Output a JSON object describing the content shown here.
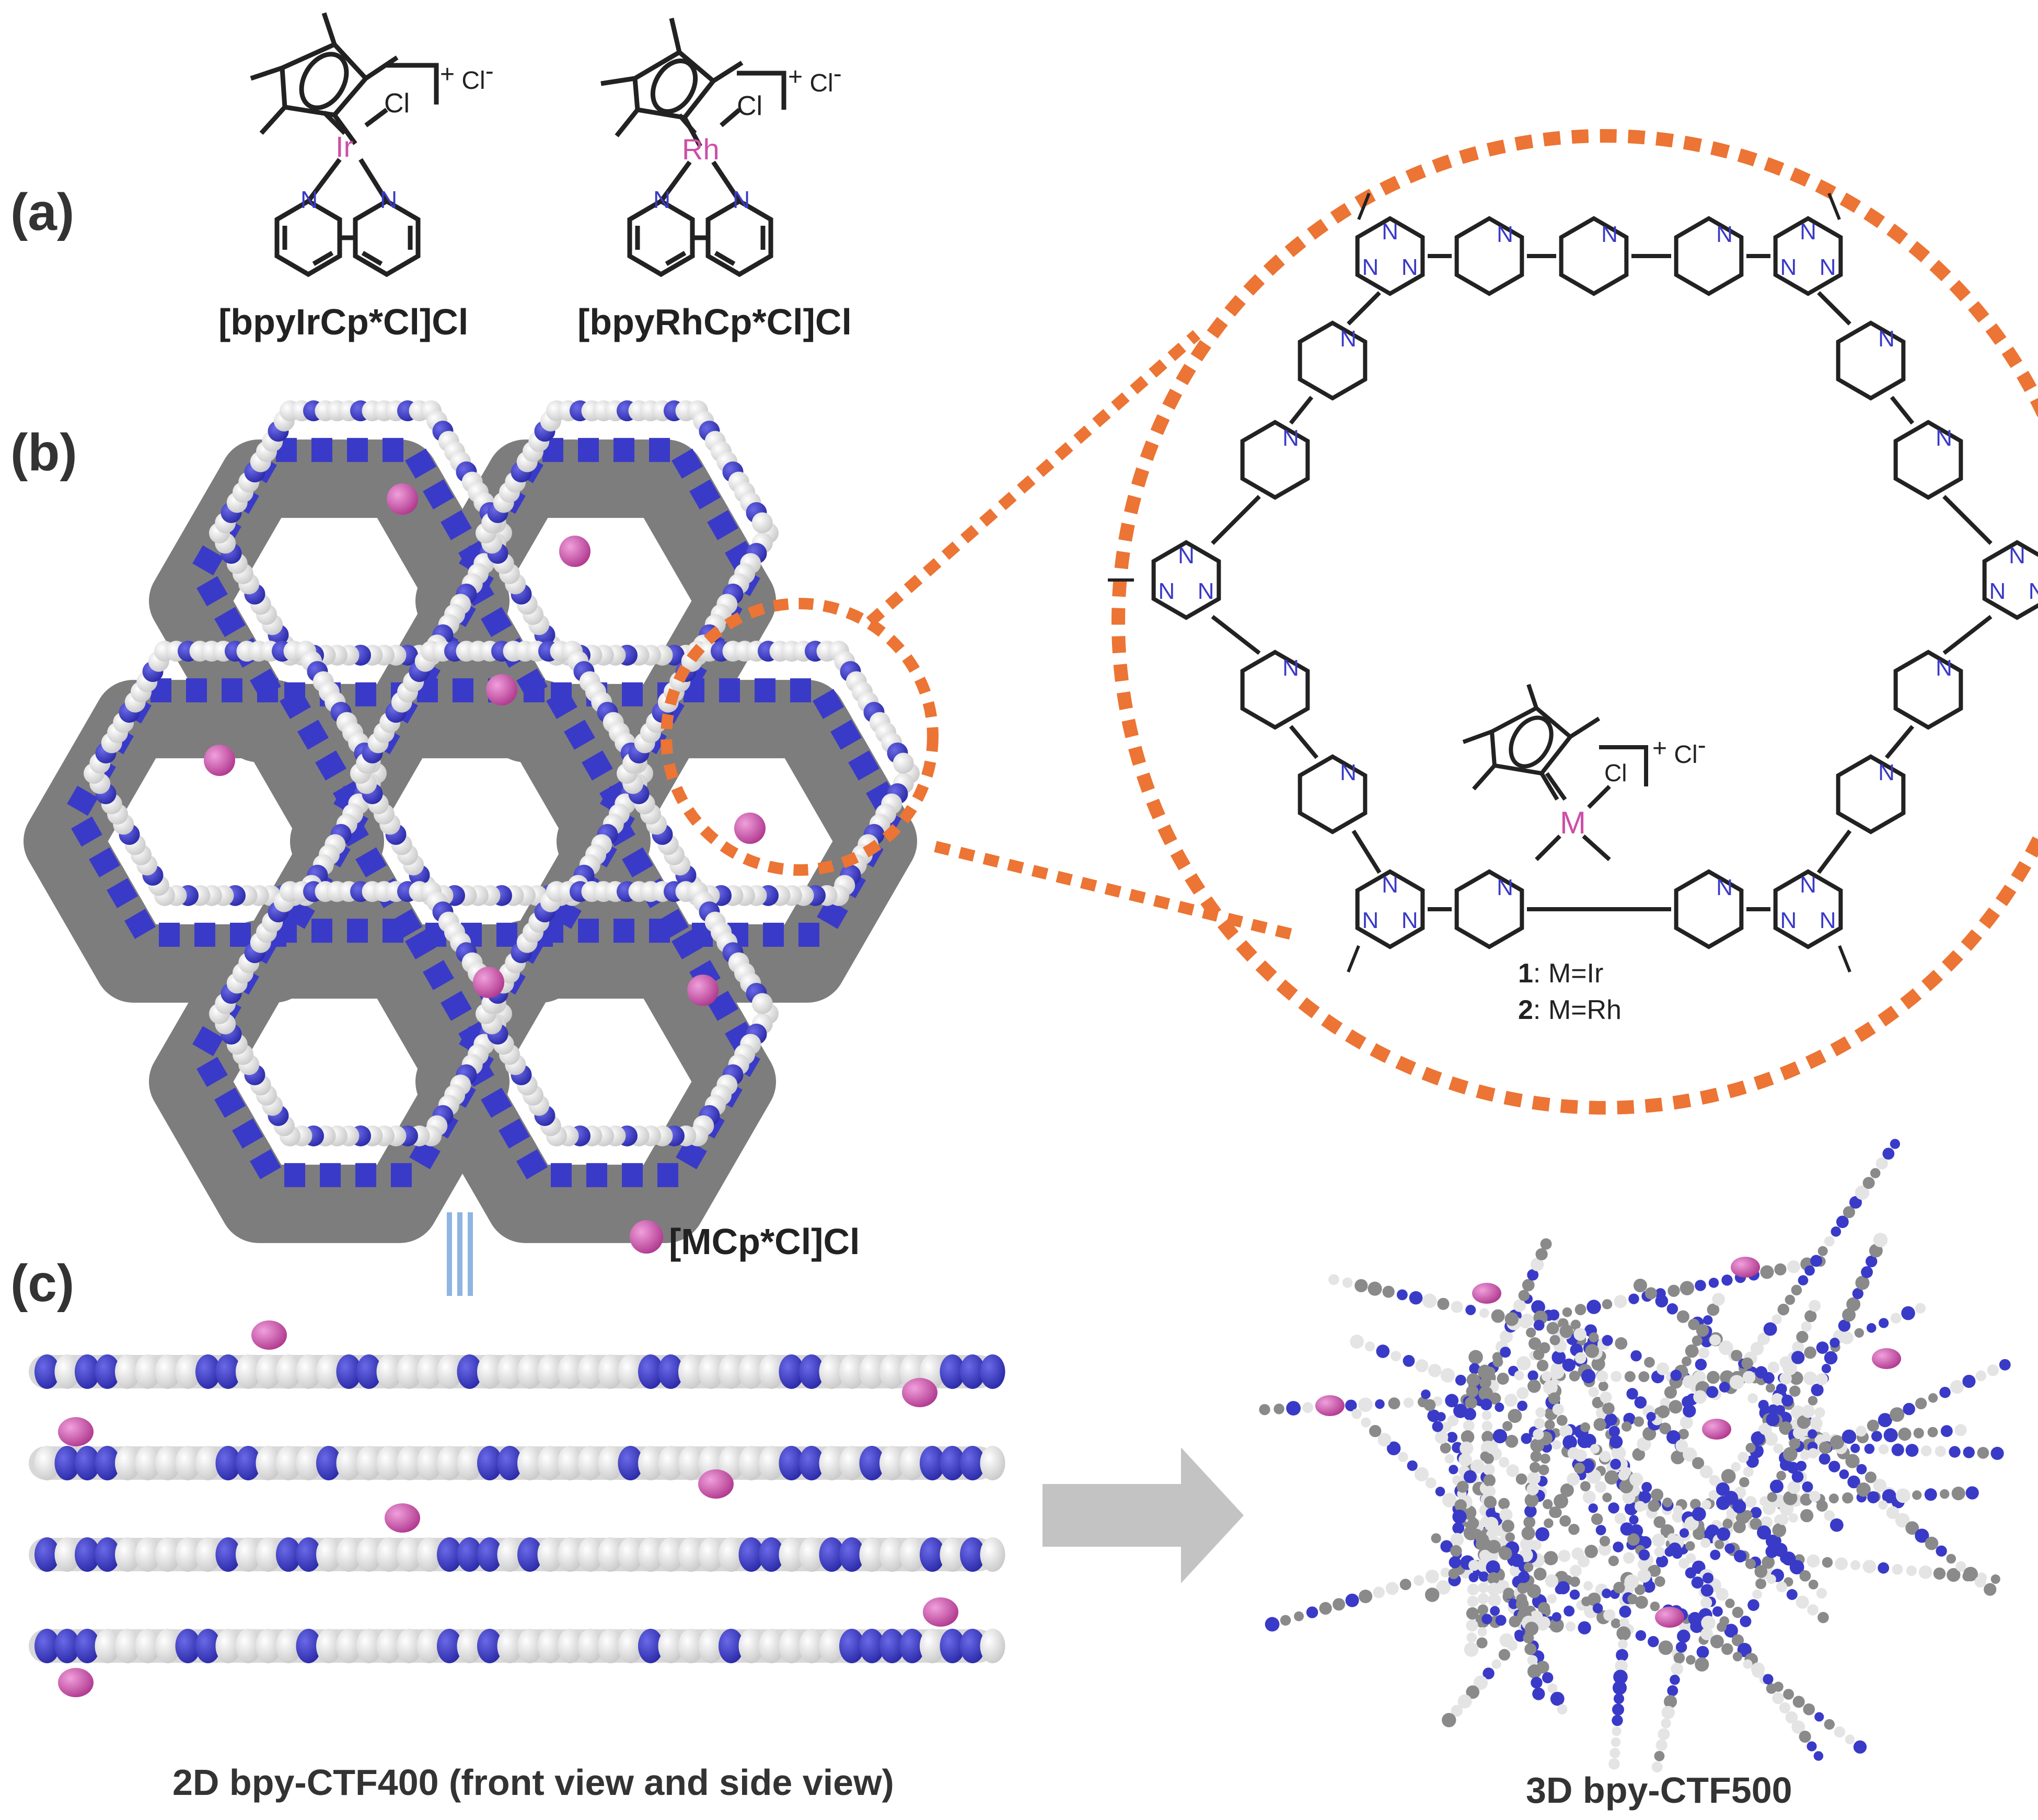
{
  "panel_labels": {
    "a": "(a)",
    "b": "(b)",
    "c": "(c)"
  },
  "complexes": {
    "ir": {
      "name": "[bpyIrCp*Cl]Cl",
      "metal": "Ir"
    },
    "rh": {
      "name": "[bpyRhCp*Cl]Cl",
      "metal": "Rh"
    }
  },
  "atoms": {
    "N": "N",
    "Cl": "Cl",
    "M": "M"
  },
  "charge": {
    "plus": "+",
    "cl_minus": "Cl",
    "minus": "-"
  },
  "ring_caption": {
    "line1_num": "1",
    "line1_text": ": M=Ir",
    "line2_num": "2",
    "line2_text": ": M=Rh"
  },
  "legend": {
    "equiv_symbol": "|||",
    "label": "[MCp*Cl]Cl"
  },
  "captions": {
    "left": "2D bpy-CTF400 (front view and side view)",
    "right": "3D bpy-CTF500"
  },
  "colors": {
    "nitrogen_blue": "#3a3ac8",
    "metal_pink": "#cc4fa8",
    "orange": "#ec7434",
    "framework_grey": "#8a8a8a",
    "arrow_grey": "#c3c3c3",
    "equiv_blue": "#8fb5e2"
  }
}
